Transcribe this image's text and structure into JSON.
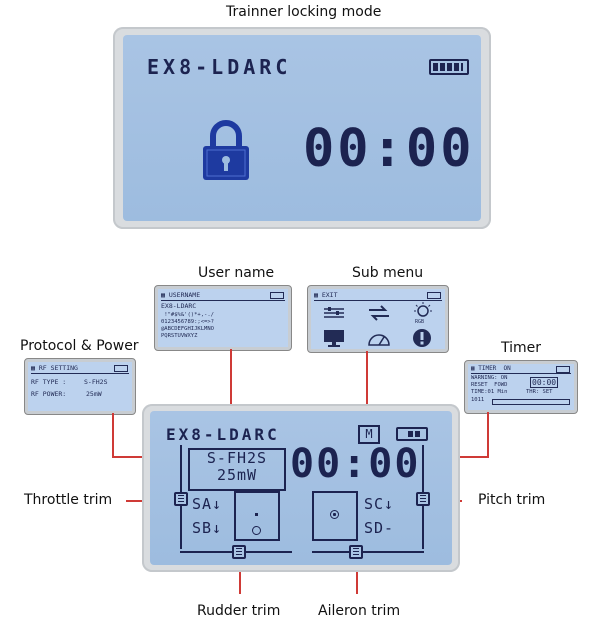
{
  "captions": {
    "locking_mode": "Trainner locking mode",
    "user_name": "User name",
    "sub_menu": "Sub menu",
    "protocol_power": "Protocol & Power",
    "timer": "Timer",
    "throttle_trim": "Throttle trim",
    "pitch_trim": "Pitch trim",
    "rudder_trim": "Rudder trim",
    "aileron_trim": "Aileron trim"
  },
  "lock_screen": {
    "model_name": "EX8-LDARC",
    "timer": "00:00"
  },
  "username_screen": {
    "title": "USERNAME",
    "value": "EX8-LDARC",
    "charset_line1": " !\"#$%&'()*+,-./",
    "charset_line2": "0123456789:;<=>?",
    "charset_line3": "@ABCDEFGHIJKLMNO",
    "charset_line4": "PQRSTUVWXYZ"
  },
  "submenu_screen": {
    "title": "EXIT",
    "icons": [
      "sliders-icon",
      "swap-arrows-icon",
      "rgb-light-icon",
      "monitor-icon",
      "gauge-icon",
      "alert-icon"
    ]
  },
  "rf_screen": {
    "title": "RF SETTING",
    "type_label": "RF TYPE :",
    "type_value": "S-FH2S",
    "power_label": "RF POWER:",
    "power_value": "25mW"
  },
  "timer_screen": {
    "title": "TIMER",
    "state": "ON",
    "warning": "WARNING: ON",
    "reset": "RESET  FOWD",
    "time": "TIME:01 Min",
    "thr": "THR: SET",
    "count": "1011",
    "display": "00:00"
  },
  "main_screen": {
    "model_name": "EX8-LDARC",
    "mode_badge": "M",
    "protocol": "S-FH2S",
    "power": "25mW",
    "timer": "00:00",
    "switch_sa": "SA↓",
    "switch_sb": "SB↓",
    "switch_sc": "SC↓",
    "switch_sd": "SD-"
  }
}
